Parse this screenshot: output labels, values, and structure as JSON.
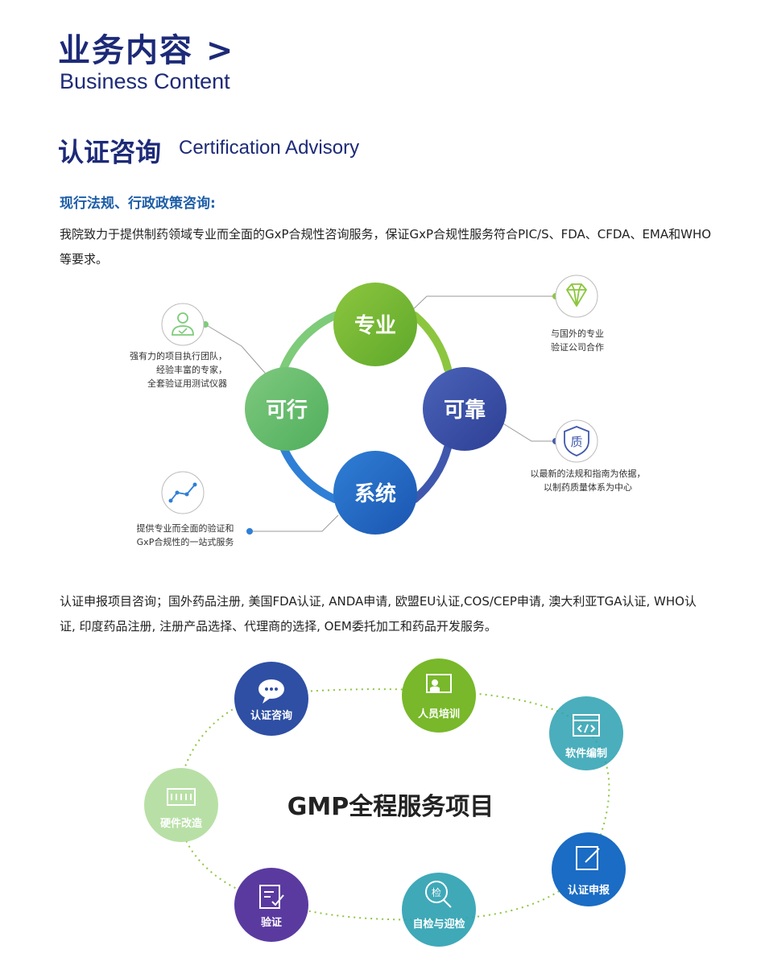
{
  "header": {
    "title_cn": "业务内容 >",
    "title_en": "Business Content"
  },
  "section": {
    "title_cn": "认证咨询",
    "title_en": "Certification Advisory",
    "subheading": "现行法规、行政政策咨询:",
    "paragraph1": "我院致力于提供制药领域专业而全面的GxP合规性咨询服务，保证GxP合规性服务符合PIC/S、FDA、CFDA、EMA和WHO等要求。",
    "paragraph2": "认证申报项目咨询；国外药品注册, 美国FDA认证, ANDA申请, 欧盟EU认证,COS/CEP申请, 澳大利亚TGA认证, WHO认证, 印度药品注册, 注册产品选择、代理商的选择, OEM委托加工和药品开发服务。"
  },
  "cycle": {
    "nodes": [
      "专业",
      "可靠",
      "系统",
      "可行"
    ],
    "notes": {
      "top_right": [
        "与国外的专业",
        "验证公司合作"
      ],
      "right": [
        "以最新的法规和指南为依据，",
        "以制药质量体系为中心"
      ],
      "bottom_left": [
        "提供专业而全面的验证和",
        "GxP合规性的一站式服务"
      ],
      "top_left": [
        "强有力的项目执行团队，",
        "经验丰富的专家，",
        "全套验证用测试仪器"
      ]
    },
    "icons": [
      "diamond-icon",
      "quality-seal-icon",
      "route-icon",
      "person-check-icon"
    ],
    "icon_glyph_quality": "质"
  },
  "gmp": {
    "title": "GMP全程服务项目",
    "items": [
      "认证咨询",
      "人员培训",
      "软件编制",
      "认证申报",
      "自检与迎检",
      "验证",
      "硬件改造"
    ],
    "colors": {
      "green_dark": "#78b82a",
      "blue_dark": "#2e4fa3",
      "purple": "#5b3aa0",
      "blue": "#1a6cc4",
      "teal": "#2aa0b0",
      "green_light": "#9cd47a",
      "green_pale": "#b8e0a6"
    }
  }
}
